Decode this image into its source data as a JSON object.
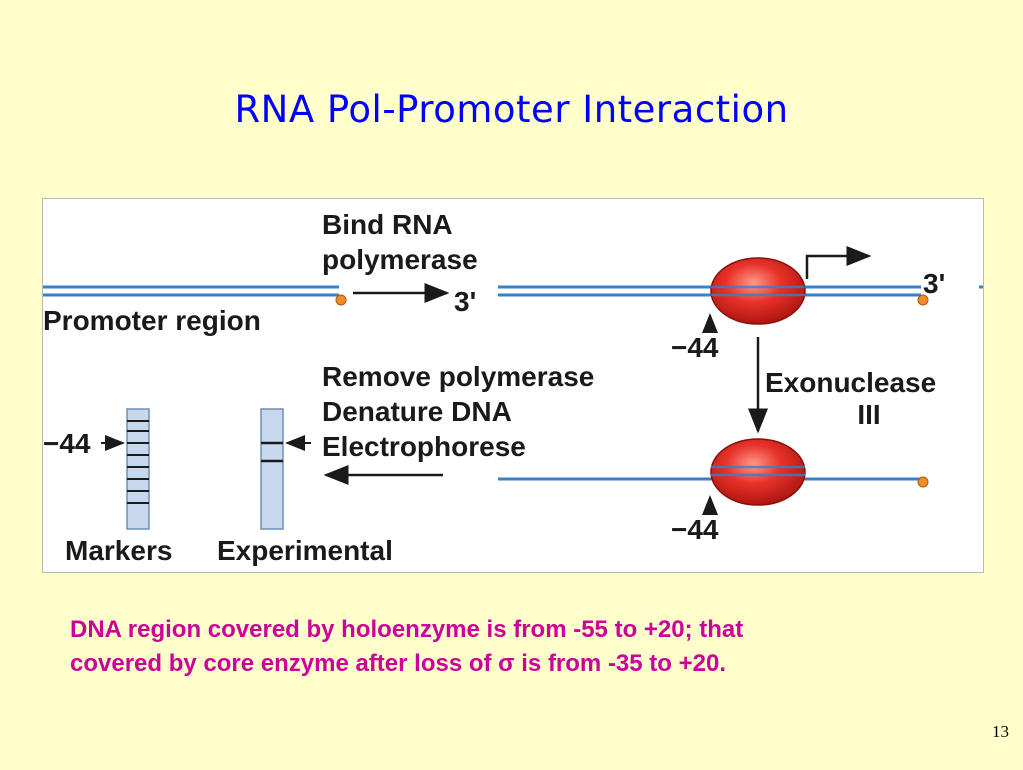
{
  "slide": {
    "title": "RNA Pol-Promoter Interaction",
    "page_number": "13"
  },
  "figure": {
    "step1_line1": "Bind RNA",
    "step1_line2": "polymerase",
    "promoter_label": "Promoter region",
    "three_prime_mid": "3'",
    "three_prime_right": "3'",
    "pos_label_top": "−44",
    "step2_line1": "Remove polymerase",
    "step2_line2": "Denature DNA",
    "step2_line3": "Electrophorese",
    "exo_line1": "Exonuclease",
    "exo_line2": "III",
    "marker_pos_label": "−44",
    "pos_label_bottom": "−44",
    "markers_label": "Markers",
    "experimental_label": "Experimental"
  },
  "caption": {
    "line1": "DNA region covered by holoenzyme is from -55 to +20; that",
    "line2": "covered by core enzyme after loss of σ is from -35 to +20."
  },
  "colors": {
    "title": "#0000ff",
    "caption": "#cc0099",
    "background": "#ffffcc",
    "dna_strand": "#3a7fc8",
    "end_dot": "#f08c2a",
    "polymerase": "#e8322a",
    "gel_lane": "#c8d8ec"
  }
}
